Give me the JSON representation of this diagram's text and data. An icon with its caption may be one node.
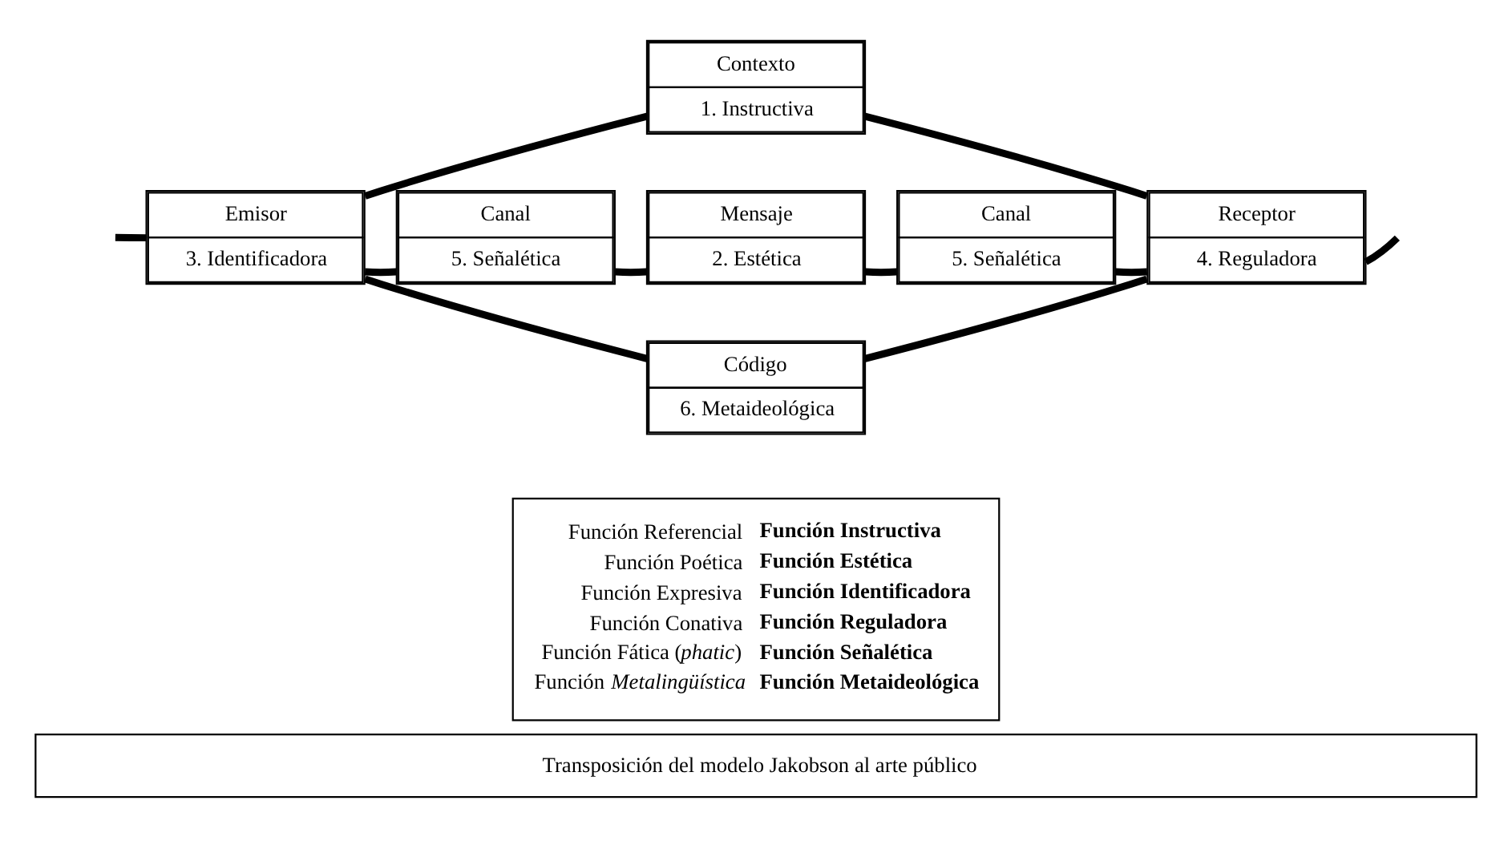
{
  "diagram": {
    "caption": "Transposición del modelo Jakobson al arte público",
    "nodes": [
      {
        "text": [
          "Contexto",
          "1. Instructiva"
        ]
      },
      {
        "text": [
          "Emisor",
          "3. Identificadora"
        ]
      },
      {
        "text": [
          "Canal",
          "5. Señalética"
        ]
      },
      {
        "text": [
          "Mensaje",
          "2. Estética"
        ]
      },
      {
        "text": [
          "Canal",
          "5. Señalética"
        ]
      },
      {
        "text": [
          "Receptor",
          "4. Reguladora"
        ]
      },
      {
        "text": [
          "Código",
          "6. Metaideológica"
        ]
      }
    ],
    "edges": [
      {
        "from": null,
        "to": 1,
        "arrow": "none"
      },
      {
        "from": 1,
        "to": 2,
        "arrow": "none"
      },
      {
        "from": 2,
        "to": 3,
        "arrow": "none"
      },
      {
        "from": 3,
        "to": 4,
        "arrow": "none"
      },
      {
        "from": 4,
        "to": 5,
        "arrow": "none"
      },
      {
        "from": 5,
        "to": null,
        "arrow": "none"
      },
      {
        "from": 1,
        "to": 0,
        "arrow": "none"
      },
      {
        "from": 0,
        "to": 5,
        "arrow": "none"
      },
      {
        "from": 1,
        "to": 6,
        "arrow": "none"
      },
      {
        "from": 6,
        "to": 5,
        "arrow": "none"
      }
    ],
    "labels": [
      "Función Referencial",
      "Función Instructiva",
      "Función Poética",
      "Función Estética",
      "Función Expresiva",
      "Función Identificadora",
      "Función Conativa",
      "Función Reguladora",
      "Función Fática (*phatic*)",
      "Función Señalética",
      "Función *Metalingüística*",
      "Función Metaideológica"
    ]
  }
}
